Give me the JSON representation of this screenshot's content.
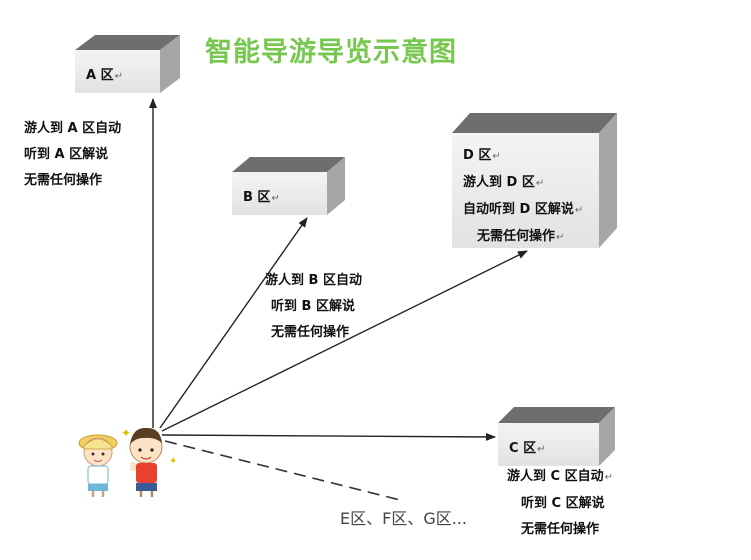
{
  "title": "智能导游导览示意图",
  "zones": {
    "a": {
      "label": "A 区",
      "lines": [
        "游人到 A 区自动",
        "听到 A 区解说",
        "无需任何操作"
      ]
    },
    "b": {
      "label": "B 区",
      "lines": [
        "游人到 B 区自动",
        "听到 B 区解说",
        "无需任何操作"
      ]
    },
    "c": {
      "label": "C 区",
      "lines": [
        "游人到 C 区自动",
        "听到 C 区解说",
        "无需任何操作"
      ]
    },
    "d": {
      "label": "D 区",
      "lines": [
        "游人到 D 区",
        "自动听到 D 区解说",
        "无需任何操作"
      ]
    }
  },
  "more_zones": "E区、F区、G区...",
  "return_mark": "↵"
}
